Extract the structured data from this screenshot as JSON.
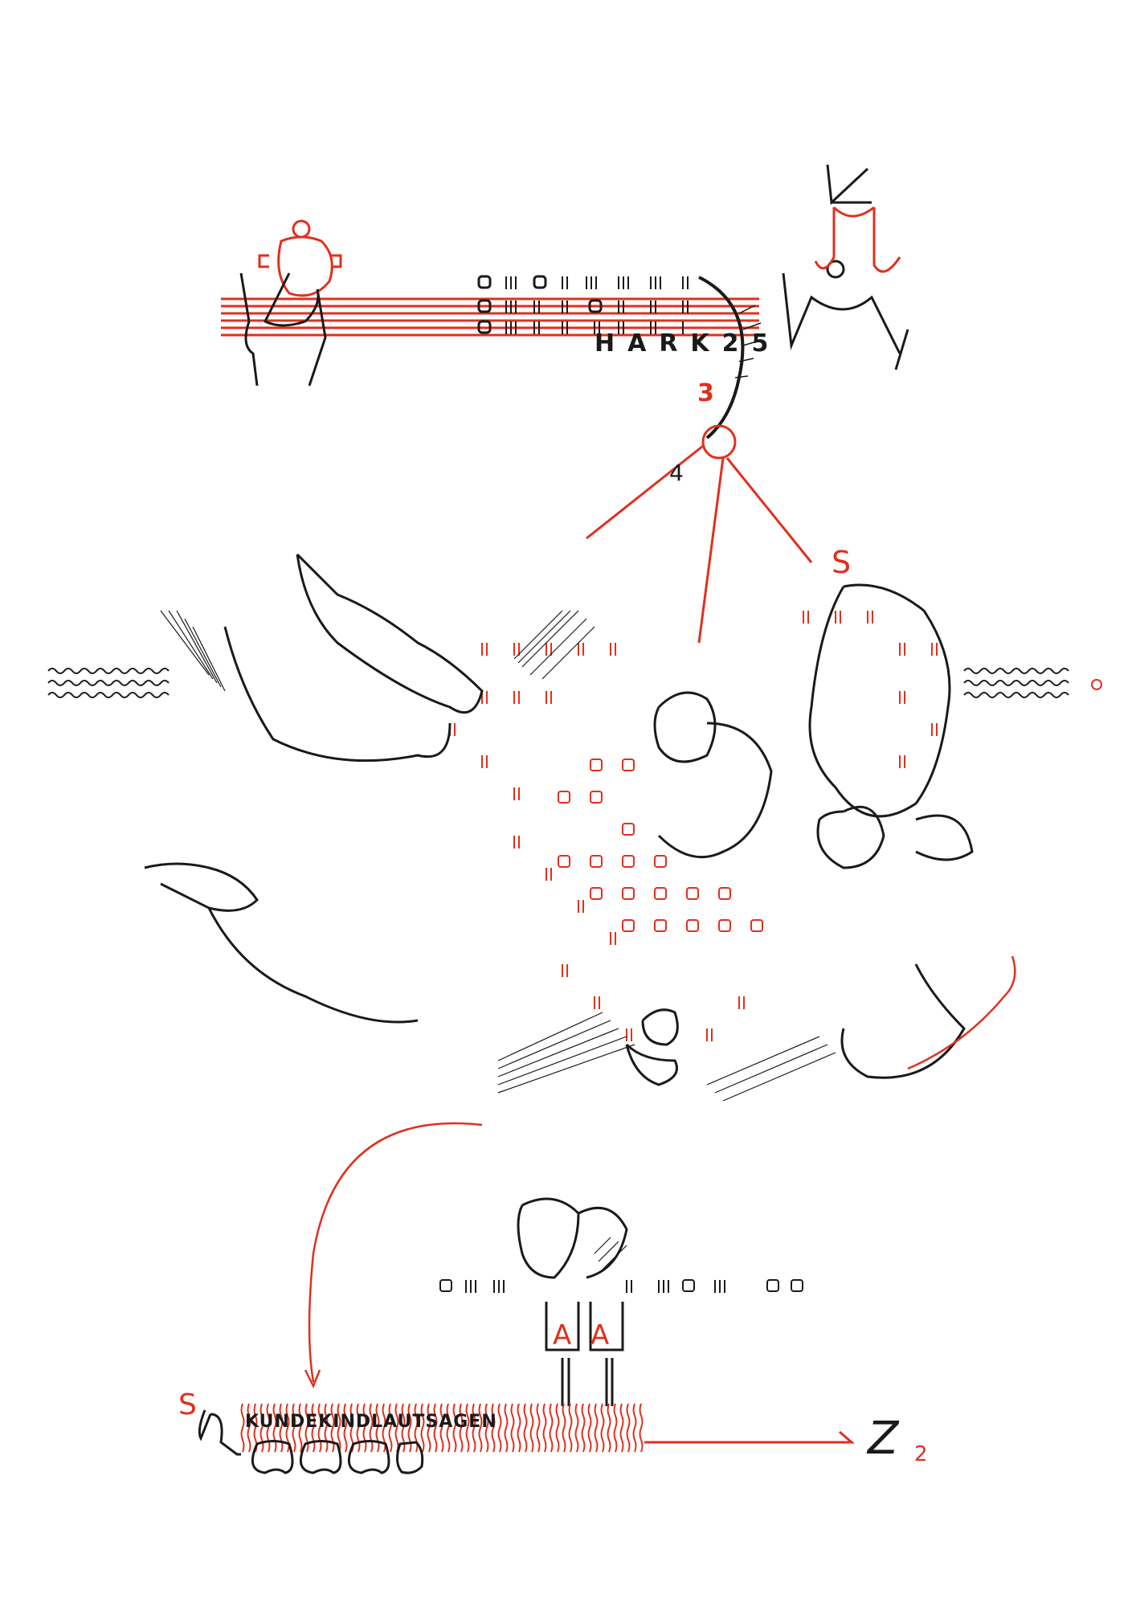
{
  "artwork": {
    "type": "pen-and-ink drawing",
    "ink_colors": {
      "black": "#1a1a1a",
      "red": "#e0301e",
      "paper": "#ffffff"
    }
  },
  "labels": {
    "top_staff_word": "HARK25",
    "circled_number_red": "3",
    "number_black": "4",
    "red_letter_s_top": "S",
    "red_letters_a": [
      "A",
      "A"
    ],
    "red_letter_s_bottom": "S",
    "bottom_phrase": "KUNDEKINDLAUTSAGEN",
    "end_mark": "Z",
    "end_mark_subscript": "2"
  }
}
